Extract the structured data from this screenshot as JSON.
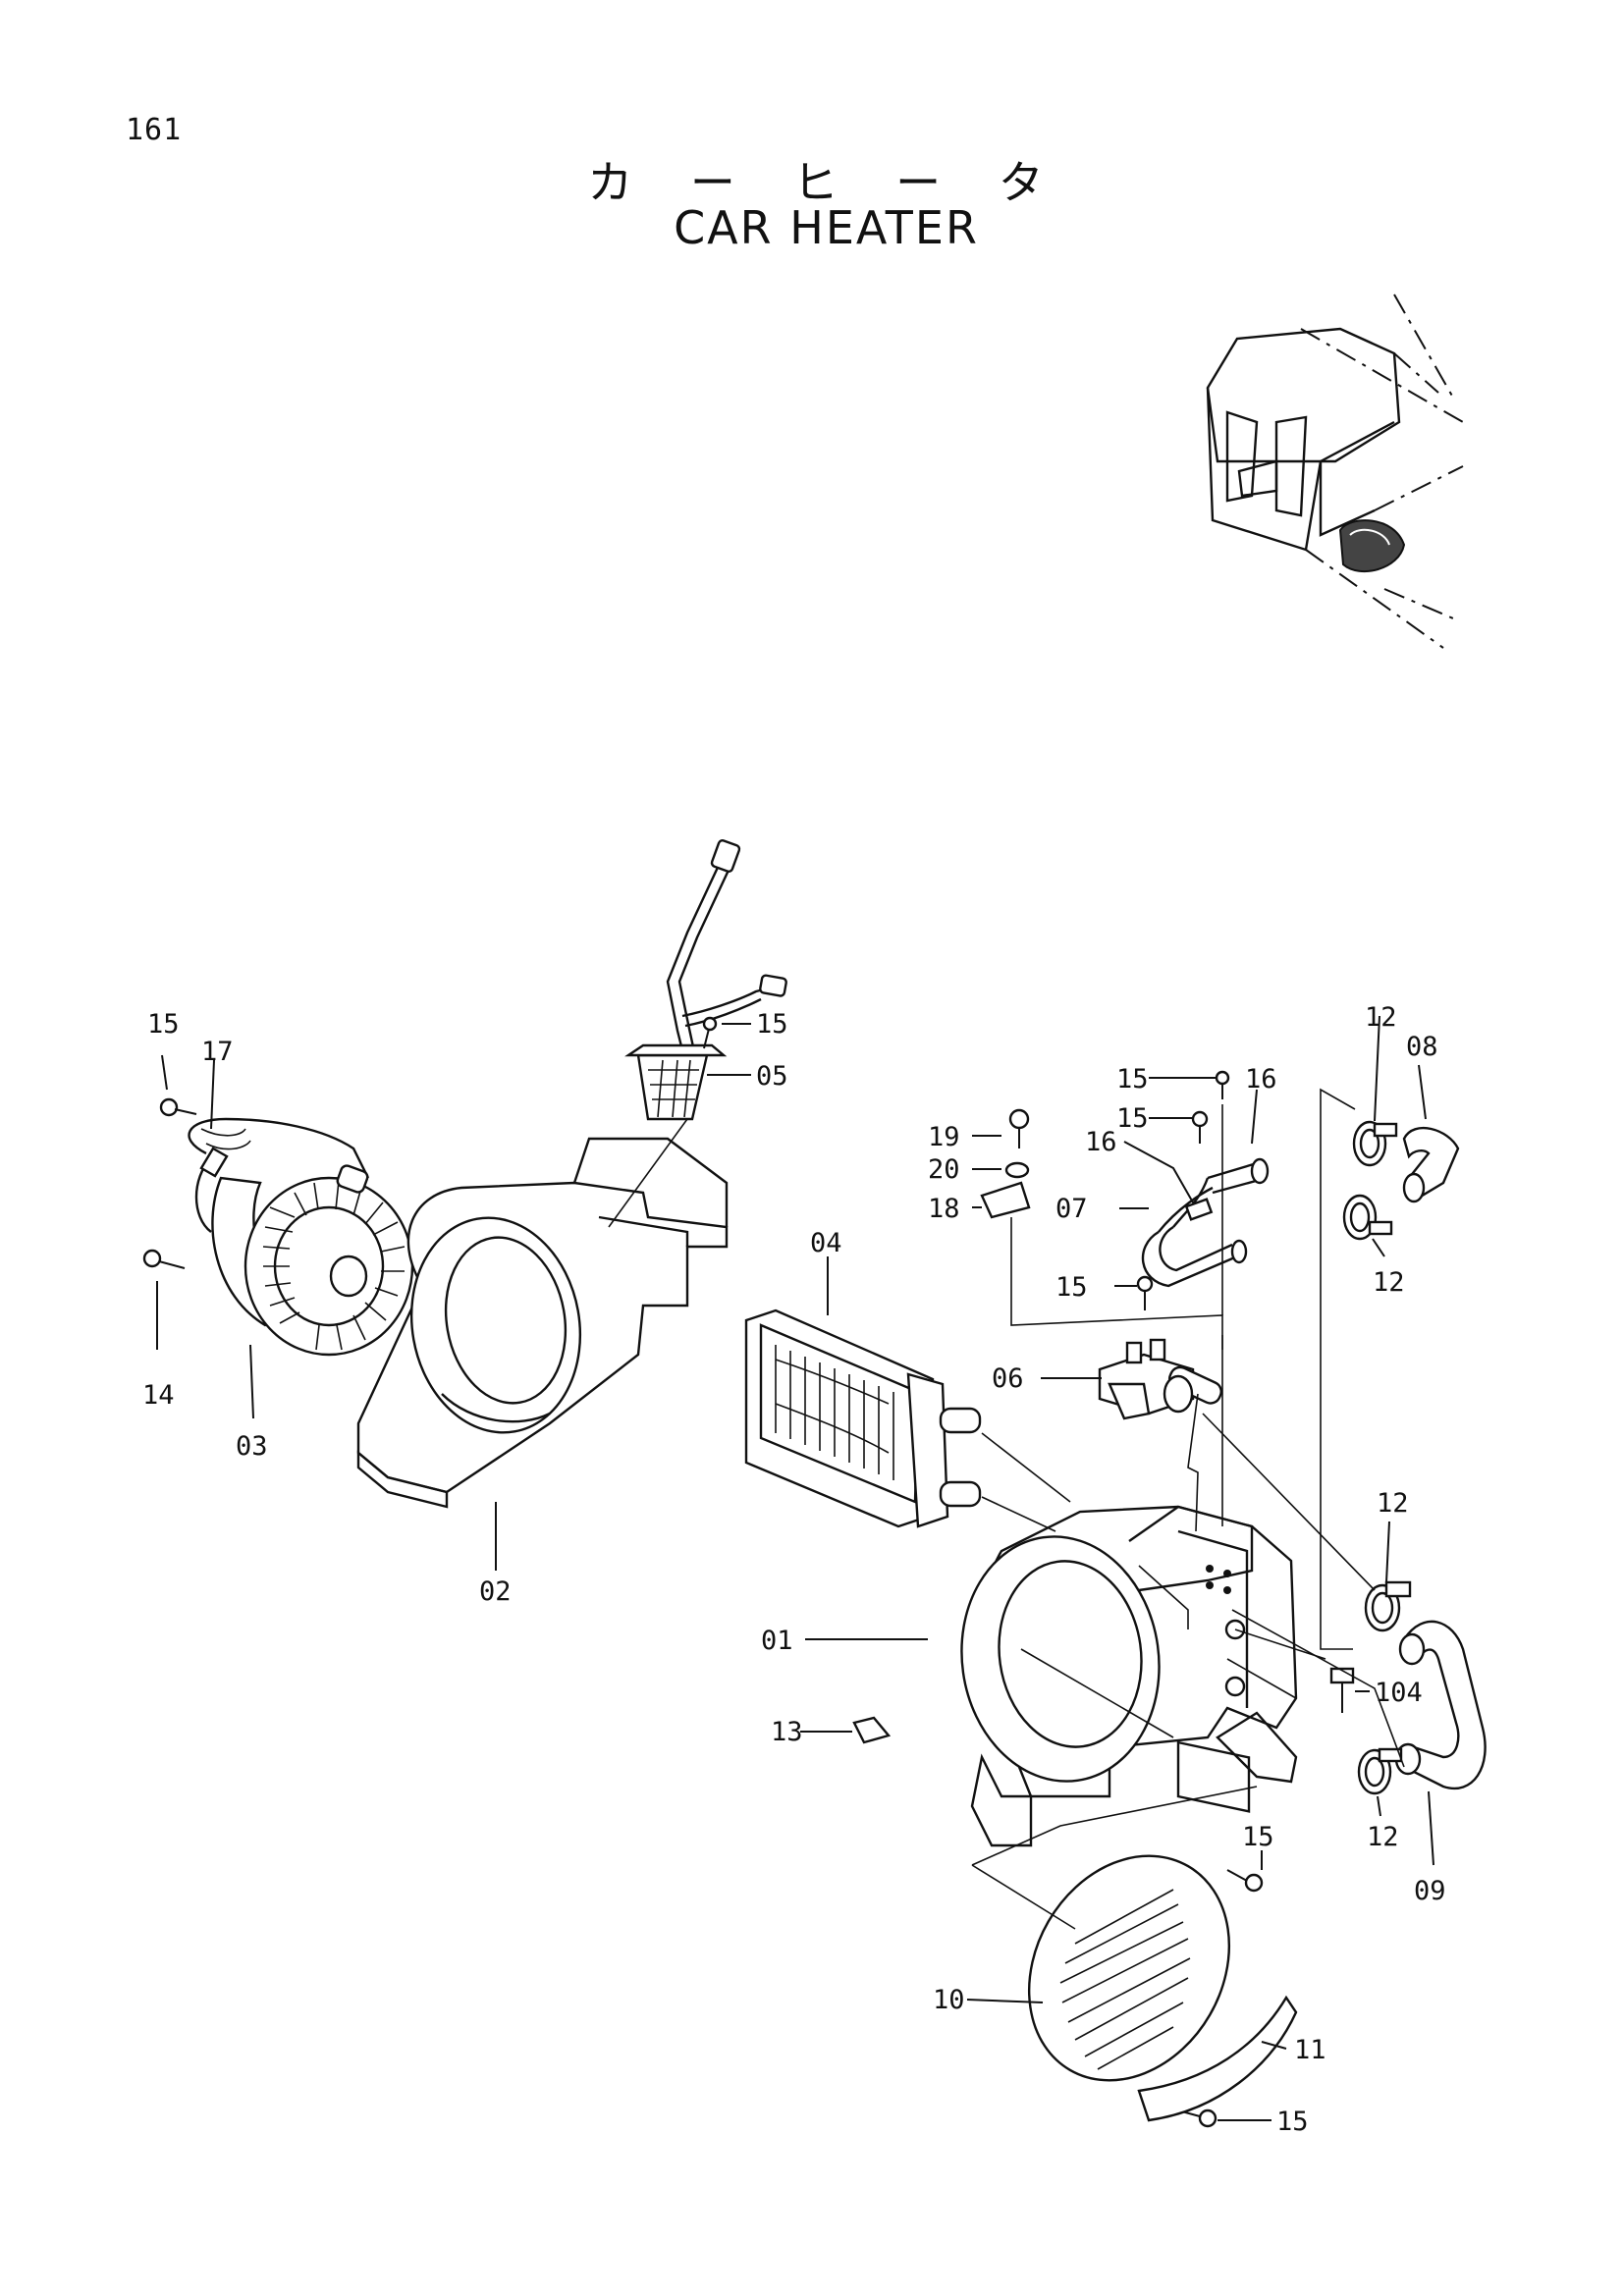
{
  "page_number": "161",
  "title_ja": "カ ー ヒ ー タ",
  "title_en": "CAR HEATER",
  "callouts": {
    "c15_a": "15",
    "c17": "17",
    "c14": "14",
    "c03": "03",
    "c02": "02",
    "c15_b": "15",
    "c05": "05",
    "c04": "04",
    "c19": "19",
    "c20": "20",
    "c18": "18",
    "c15_c": "15",
    "c15_d": "15",
    "c16_a": "16",
    "c16_b": "16",
    "c07": "07",
    "c12_a": "12",
    "c08": "08",
    "c12_b": "12",
    "c15_e": "15",
    "c06": "06",
    "c12_c": "12",
    "c104": "104",
    "c12_d": "12",
    "c09": "09",
    "c01": "01",
    "c13": "13",
    "c15_f": "15",
    "c10": "10",
    "c11": "11",
    "c15_g": "15"
  }
}
